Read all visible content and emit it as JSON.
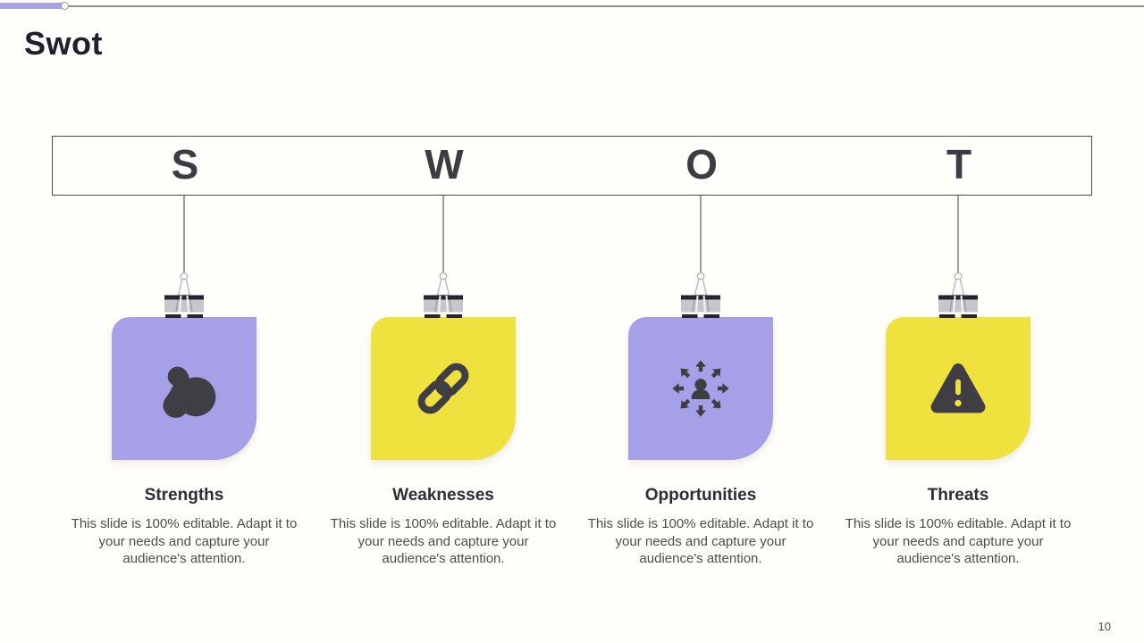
{
  "slide": {
    "title": "Swot",
    "page_number": "10"
  },
  "colors": {
    "purple_note": "#a6a0e8",
    "yellow_note": "#f0e23e",
    "icon_dark": "#3f3e44",
    "accent_line": "#a8a2e0",
    "header_border": "#4a4a4a"
  },
  "columns": [
    {
      "letter": "S",
      "label": "Strengths",
      "description": "This slide is 100% editable. Adapt it to your needs and capture your audience's attention.",
      "note_color": "#a6a0e8",
      "icon": "muscle-arm-icon"
    },
    {
      "letter": "W",
      "label": "Weaknesses",
      "description": "This slide is 100% editable. Adapt it to your needs and capture your audience's attention.",
      "note_color": "#f0e23e",
      "icon": "chain-link-icon"
    },
    {
      "letter": "O",
      "label": "Opportunities",
      "description": "This slide is 100% editable. Adapt it to your needs and capture your audience's attention.",
      "note_color": "#a6a0e8",
      "icon": "person-arrows-icon"
    },
    {
      "letter": "T",
      "label": "Threats",
      "description": "This slide is 100% editable. Adapt it to your needs and capture your audience's attention.",
      "note_color": "#f0e23e",
      "icon": "warning-triangle-icon"
    }
  ]
}
